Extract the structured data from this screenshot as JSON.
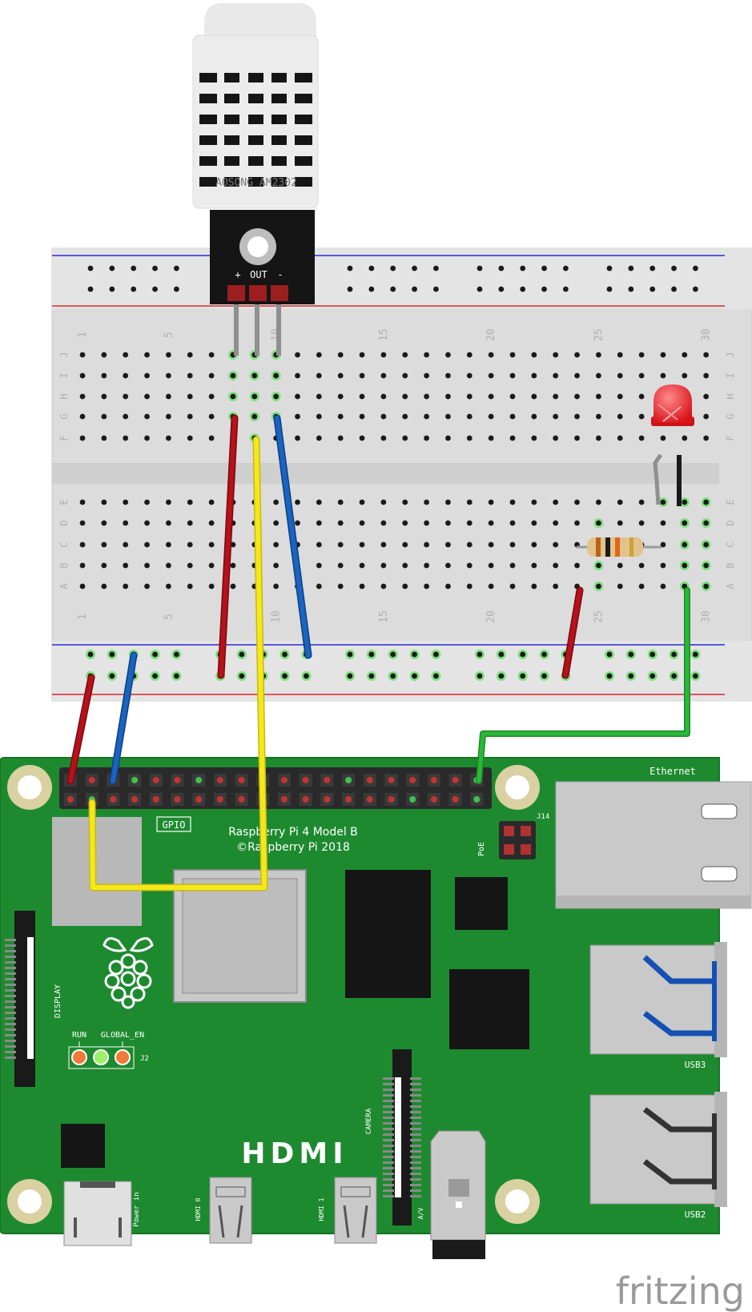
{
  "sensor": {
    "brand_label": "AOSONG AM2302",
    "pin_plus": "+",
    "pin_out": "OUT",
    "pin_minus": "-"
  },
  "breadboard": {
    "column_numbers": [
      "1",
      "5",
      "10",
      "15",
      "20",
      "25",
      "30"
    ],
    "row_letters_top": [
      "J",
      "I",
      "H",
      "G",
      "F"
    ],
    "row_letters_bottom": [
      "E",
      "D",
      "C",
      "B",
      "A"
    ]
  },
  "pi": {
    "model_line1": "Raspberry Pi 4 Model B",
    "model_line2": "©Raspberry Pi 2018",
    "gpio_label": "GPIO",
    "ethernet_label": "Ethernet",
    "poe_label": "PoE",
    "j14_label": "J14",
    "display_label": "DISPLAY",
    "run_label": "RUN",
    "global_en_label": "GLOBAL_EN",
    "j2_label": "J2",
    "hdmi_label": "HDMI",
    "hdmi0_label": "HDMI 0",
    "hdmi1_label": "HDMI 1",
    "camera_label": "CAMERA",
    "av_label": "A/V",
    "power_label": "Power in",
    "usb3_label": "USB3",
    "usb2_label": "USB2"
  },
  "brand": {
    "logo_text": "fritzing"
  },
  "colors": {
    "board_green": "#1d8a2f",
    "wire_red": "#b5121b",
    "wire_blue": "#1a64c0",
    "wire_yellow": "#f4e81c",
    "wire_green": "#2bb83a",
    "led_red": "#e8262b"
  }
}
